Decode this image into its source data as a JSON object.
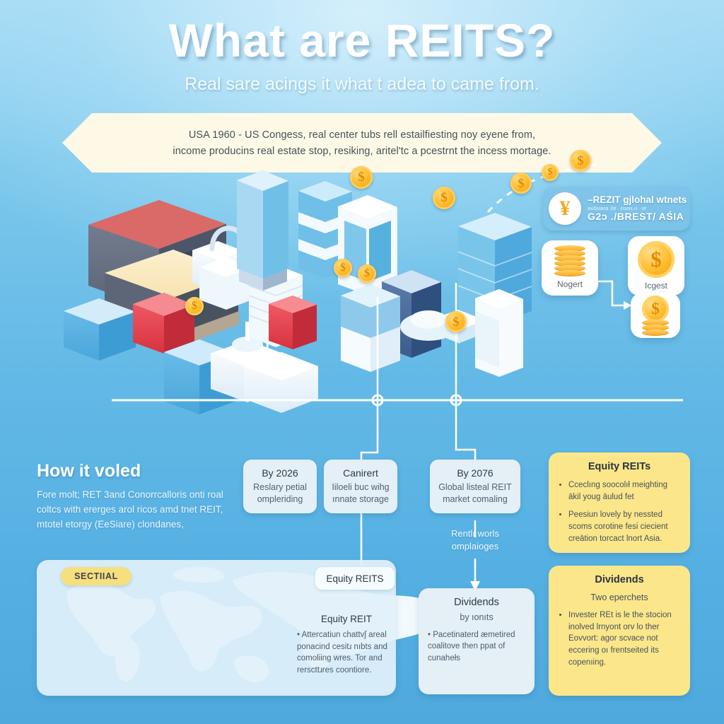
{
  "header": {
    "title": "What are REITS?",
    "subtitle": "Real sare acings it what t adea to came from."
  },
  "banner": {
    "line1": "USA 1960 - US Congess, real center tubs rell estailfiesting noy eyene from,",
    "line2": "income producins real estate stop, resiking, aritel'tc a pcestrnt the incess mortage."
  },
  "reit_badge": {
    "icon": "yen-coin-icon",
    "line1": "–REZIT gjlohal wtnets",
    "line2": "aubuara  2e· zoon.ıı··ıe",
    "line3": "G2ɔ ./BREST/ AŚIA"
  },
  "coin_cards": [
    {
      "icon": "coin-stack-icon",
      "label": "Nogert"
    },
    {
      "icon": "dollar-coin-icon",
      "label": "Icgest"
    },
    {
      "icon": "coin-stack-dollar-icon",
      "label": ""
    }
  ],
  "how": {
    "title": "How it voled",
    "body": "Fore molt; RET 3and Conorrcalloris onti roal coltcs with ererges arol ricos amd tnet REIT, mtotel etorgy (EeSiare) clondanes,"
  },
  "steps": [
    {
      "title": "By 2026",
      "body": "Reslary petial ompleriding"
    },
    {
      "title": "Canirert",
      "body": "Iiloeli buc wihg ınnate storage"
    },
    {
      "title": "By 2076",
      "body": "Global listeal REIT market comaling"
    }
  ],
  "note_under_2076": "Rentlı worls omplaioges",
  "map_panel": {
    "badge": "SECTIIAL",
    "pill": "Equity REITS",
    "block_title": "Equity REIT",
    "block_body": "• Attercatiun chattvʃ areal ponacind cesitɹ nıbts and comoliing wres. Tor and rerscttɹres coontiore."
  },
  "dividends_card": {
    "title": "Dividends",
    "subtitle": "by ıonıtѕ",
    "bullet": "• Pacetinaterd æmetired coalitove then ppat of cunahełѕ"
  },
  "yellow_cards": [
    {
      "title": "Equity REITs",
      "subtitle": "",
      "bullets": [
        "Cceclıng soocolıł meighting ākil youg āulud fet",
        "Peesiun lovely by nessted scoms corotine fesi ciecient creātion torcact lnort Asia."
      ]
    },
    {
      "title": "Dividends",
      "subtitle": "Two eperchets",
      "bullets": [
        "Invester REt is le the stocion inolved lrnyont orv lo ther Eovvort: agor scvace not eccering oı frentseited its copenıing."
      ]
    }
  ],
  "colors": {
    "bg_top": "#a9dcf4",
    "bg_bottom": "#4fa9dd",
    "ribbon": "#fdf9e6",
    "card_blue": "#e4eff6",
    "card_yellow": "#fbe78a",
    "coin_gold": "#ffbc2e",
    "accent_red": "#e8404d"
  }
}
